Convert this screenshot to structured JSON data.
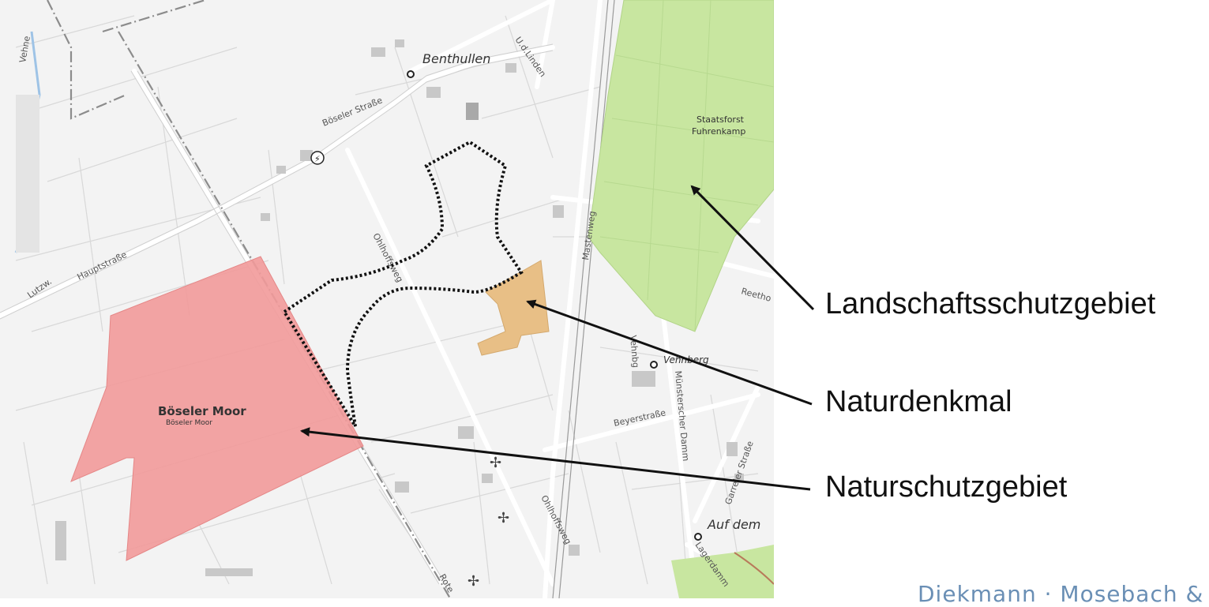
{
  "map": {
    "place_labels": {
      "benthullen": "Benthullen",
      "boeseler_moor": "Böseler Moor",
      "boeseler_moor_small": "Böseler Moor",
      "staatsforst": "Staatsforst",
      "fuhrenkamp": "Fuhrenkamp",
      "vehnberg": "Vehnberg",
      "auf_dem": "Auf dem"
    },
    "road_labels": {
      "boeseler_strasse": "Böseler Straße",
      "hauptstrasse": "Hauptstraße",
      "ohlhoffsweg_1": "Ohlhoffsweg",
      "ohlhoffsweg_2": "Ohlhoffsweg",
      "mastenweg": "Mastenweg",
      "vehne": "Vehne",
      "lutzw": "Lutzw.",
      "ud_linden": "U.d.Linden",
      "beyerstrasse": "Beyerstraße",
      "muensterscher_damm": "Münsterscher Damm",
      "gartener_strasse": "Garreler Straße",
      "lagerdamm": "Lagerdamm",
      "reetho": "Reetho",
      "vehnbg": "Vehnbg",
      "rote": "Rote"
    },
    "colors": {
      "landschaftsschutzgebiet": "#c8e6a0",
      "naturdenkmal": "#e8bf86",
      "naturschutzgebiet": "#f29a9a",
      "background": "#f3f3f3",
      "roads": "#ffffff",
      "boundary": "#111111"
    }
  },
  "legend": {
    "landschaftsschutzgebiet": "Landschaftsschutzgebiet",
    "naturdenkmal": "Naturdenkmal",
    "naturschutzgebiet": "Naturschutzgebiet"
  },
  "footer": {
    "credit": "Diekmann · Mosebach &"
  }
}
